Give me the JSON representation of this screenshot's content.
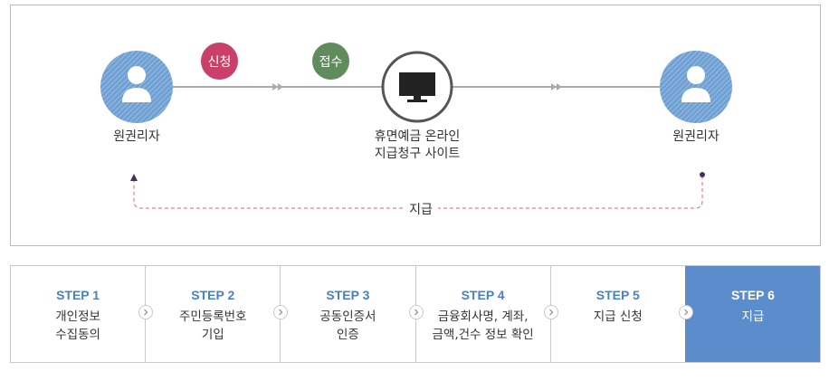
{
  "flow": {
    "applicant_left": {
      "label": "원권리자",
      "icon": "person-icon"
    },
    "applicant_right": {
      "label": "원권리자",
      "icon": "person-icon"
    },
    "site": {
      "label_line1": "휴면예금 온라인",
      "label_line2": "지급청구 사이트",
      "icon": "monitor-icon"
    },
    "badge_apply": {
      "label": "신청",
      "color": "#c9406a"
    },
    "badge_receive": {
      "label": "접수",
      "color": "#5f8b5d"
    },
    "payment_label": "지급",
    "colors": {
      "person_circle": "#6e9fd2",
      "line": "#aaaaaa",
      "dashed": "#e27fa0",
      "arrow": "#4a2f5e"
    }
  },
  "steps": [
    {
      "title": "STEP 1",
      "desc": "개인정보\n수집동의",
      "active": false
    },
    {
      "title": "STEP 2",
      "desc": "주민등록번호\n기입",
      "active": false
    },
    {
      "title": "STEP 3",
      "desc": "공동인증서\n인증",
      "active": false
    },
    {
      "title": "STEP 4",
      "desc": "금융회사명, 계좌,\n금액,건수 정보 확인",
      "active": false
    },
    {
      "title": "STEP 5",
      "desc": "지급 신청",
      "active": false
    },
    {
      "title": "STEP 6",
      "desc": "지급",
      "active": true
    }
  ],
  "step_colors": {
    "title": "#4a7fc1",
    "active_bg": "#5b8ccc"
  }
}
